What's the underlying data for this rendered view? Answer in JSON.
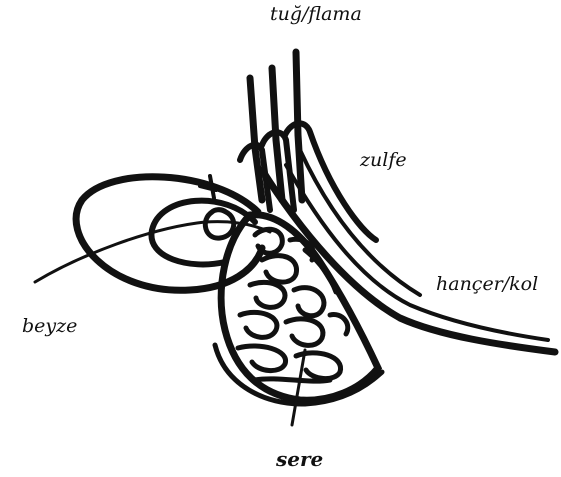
{
  "diagram": {
    "labels": {
      "tug": "tuğ/flama",
      "zulfe": "zulfe",
      "hancer": "hançer/kol",
      "beyze": "beyze",
      "sere": "sere"
    }
  },
  "colors": {
    "ink": "#111111",
    "background": "#ffffff"
  }
}
